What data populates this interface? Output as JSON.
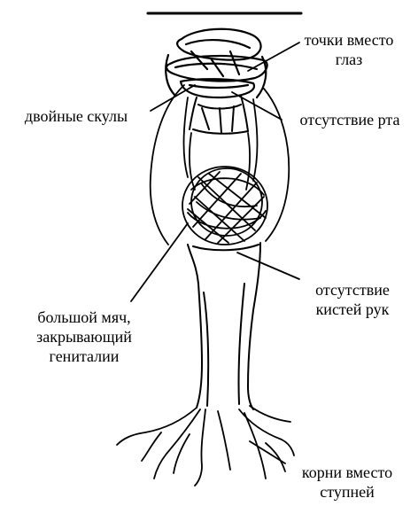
{
  "labels": {
    "eyes": "точки вместо\nглаз",
    "mouth": "отсутствие рта",
    "cheekbones": "двойные скулы",
    "hands": "отсутствие\nкистей рук",
    "ball": "большой мяч,\nзакрывающий\nгениталии",
    "roots": "корни вместо\nступней"
  },
  "colors": {
    "ink": "#000000",
    "background": "#ffffff"
  }
}
